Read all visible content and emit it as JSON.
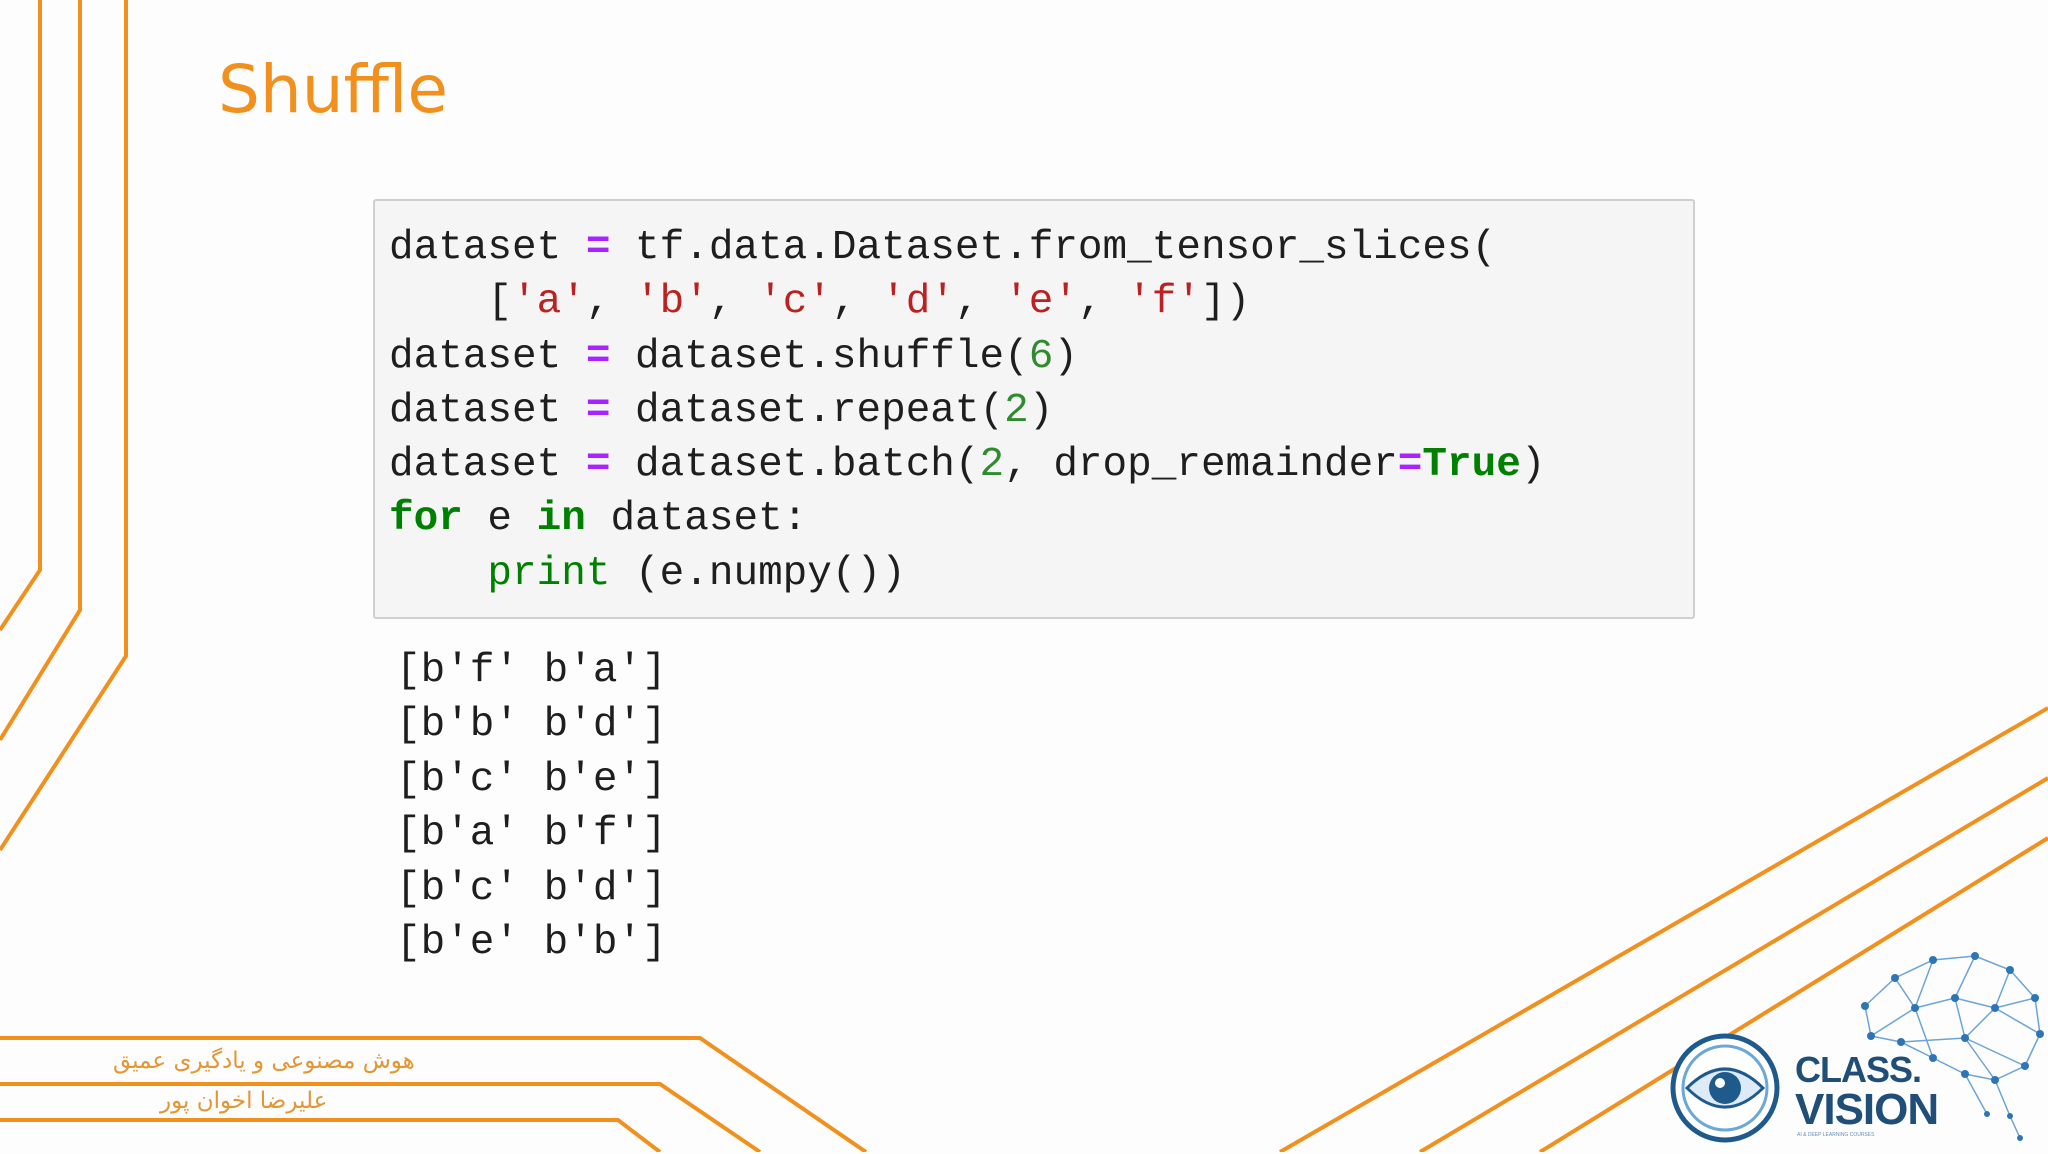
{
  "slide": {
    "title": "Shuffle",
    "accent_color": "#f2901e"
  },
  "code": [
    "dataset = tf.data.Dataset.from_tensor_slices(",
    "    ['a', 'b', 'c', 'd', 'e', 'f'])",
    "dataset = dataset.shuffle(6)",
    "dataset = dataset.repeat(2)",
    "dataset = dataset.batch(2, drop_remainder=True)",
    "for e in dataset:",
    "    print (e.numpy())"
  ],
  "output": [
    "[b'f' b'a']",
    "[b'b' b'd']",
    "[b'c' b'e']",
    "[b'a' b'f']",
    "[b'c' b'd']",
    "[b'e' b'b']"
  ],
  "footer": {
    "course": "هوش مصنوعی و یادگیری عمیق",
    "author": "علیرضا اخوان پور"
  },
  "logo": {
    "line1": "CLASS.",
    "line2": "VISION",
    "tagline": "AI & DEEP LEARNING COURSES",
    "icon": "eye-brain-network-icon"
  }
}
